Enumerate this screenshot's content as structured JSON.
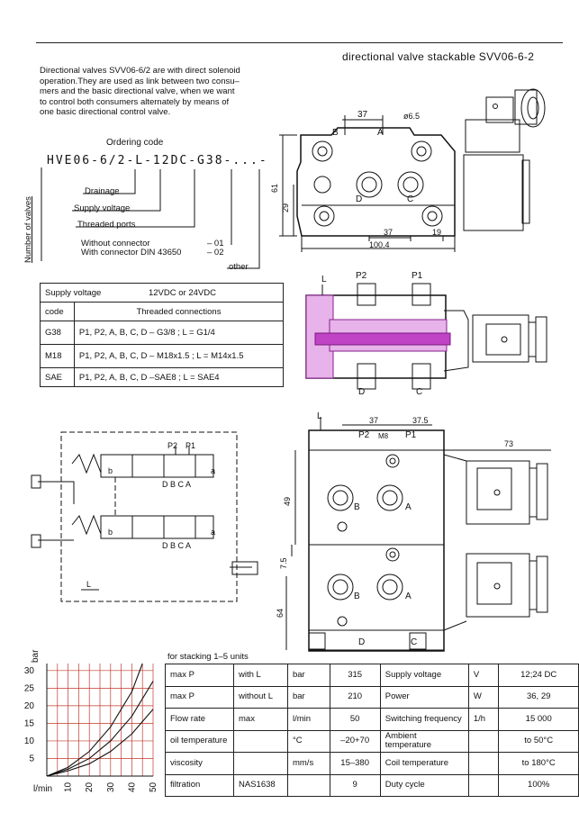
{
  "header": {
    "title": "directional valve stackable SVV06-6-2"
  },
  "intro": {
    "lines": [
      "Directional valves SVV06-6/2 are with direct solenoid",
      "operation.They are used as link between two consu–",
      "mers and the basic directional valve, when we want",
      "to control both consumers alternately by means of",
      "one basic directional control valve."
    ]
  },
  "ordering": {
    "title": "Ordering code",
    "code": "HVE06-6/2-L-12DC-G38-...-",
    "number_of_valves": "Number of valves",
    "drainage": "Drainage",
    "supply_voltage": "Supply voltage",
    "threaded_ports": "Threaded ports",
    "without_connector": "Without connector",
    "without_connector_code": "– 01",
    "with_connector": "With connector DIN 43650",
    "with_connector_code": "– 02",
    "other": "other"
  },
  "spec_table": {
    "supply_label": "Supply voltage",
    "supply_value": "12VDC or 24VDC",
    "col_code": "code",
    "col_threaded": "Threaded connections",
    "rows": [
      {
        "code": "G38",
        "desc": "P1, P2, A, B, C, D – G3/8 ; L = G1/4"
      },
      {
        "code": "M18",
        "desc": "P1, P2, A, B, C, D – M18x1.5 ; L = M14x1.5"
      },
      {
        "code": "SAE",
        "desc": "P1, P2, A, B, C, D –SAE8 ; L = SAE4"
      }
    ]
  },
  "drawing": {
    "top": {
      "dim37": "37",
      "dim65": "ø6.5",
      "dim61": "61",
      "dim29": "29",
      "dim37b": "37",
      "dim19": "19",
      "dim1004": "100.4",
      "B": "B",
      "A": "A",
      "D": "D",
      "C": "C"
    },
    "section": {
      "L": "L",
      "P2": "P2",
      "P1": "P1",
      "D": "D",
      "C": "C"
    },
    "front": {
      "L": "L",
      "dim37": "37",
      "dim375": "37.5",
      "P2": "P2",
      "P1": "P1",
      "M8": "M8",
      "dim73": "73",
      "dim49": "49",
      "dim75": "7.5",
      "dim64": "64",
      "B1": "B",
      "A1": "A",
      "B2": "B",
      "A2": "A",
      "C": "C",
      "D": "D"
    },
    "scheme": {
      "P2": "P2",
      "P1": "P1",
      "DBCA1": "D B C A",
      "DBCA2": "D B C A",
      "b1": "b",
      "a1": "a",
      "b2": "b",
      "a2": "a",
      "L": "L"
    }
  },
  "chart_data": {
    "type": "line",
    "title": "",
    "xlabel": "l/min",
    "ylabel": "bar",
    "x_ticks": [
      "10",
      "20",
      "30",
      "40",
      "50"
    ],
    "y_ticks": [
      "5",
      "10",
      "15",
      "20",
      "25",
      "30"
    ],
    "xlim": [
      0,
      50
    ],
    "ylim": [
      0,
      32
    ],
    "grid": true,
    "series": [
      {
        "x": [
          0,
          10,
          20,
          30,
          40,
          45
        ],
        "values": [
          0,
          2.5,
          7,
          14,
          24,
          32
        ]
      },
      {
        "x": [
          0,
          10,
          20,
          30,
          40,
          50
        ],
        "values": [
          0,
          2,
          5,
          10,
          17,
          27
        ]
      },
      {
        "x": [
          0,
          10,
          20,
          30,
          40,
          50
        ],
        "values": [
          0,
          1.5,
          3.5,
          7,
          12,
          19
        ]
      }
    ]
  },
  "perf": {
    "stacking": "for stacking 1–5 units",
    "rows": [
      [
        "max P",
        "with L",
        "bar",
        "315",
        "Supply voltage",
        "V",
        "12;24 DC"
      ],
      [
        "max P",
        "without L",
        "bar",
        "210",
        "Power",
        "W",
        "36, 29"
      ],
      [
        "Flow rate",
        "max",
        "l/min",
        "50",
        "Switching frequency",
        "1/h",
        "15 000"
      ],
      [
        "oil temperature",
        "",
        "°C",
        "–20+70",
        "Ambient temperature",
        "",
        "to 50°C"
      ],
      [
        "viscosity",
        "",
        "mm/s",
        "15–380",
        "Coil temperature",
        "",
        "to 180°C"
      ],
      [
        "filtration",
        "NAS1638",
        "",
        "9",
        "Duty cycle",
        "",
        "100%"
      ]
    ]
  }
}
